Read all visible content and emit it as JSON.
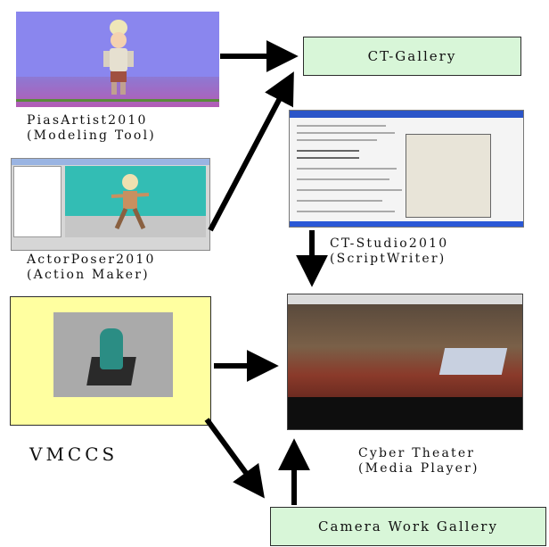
{
  "nodes": {
    "ct_gallery": "CT-Gallery",
    "camera_work_gallery": "Camera Work Gallery"
  },
  "captions": {
    "pias_line1": "PiasArtist2010",
    "pias_line2": "(Modeling Tool)",
    "poser_line1": "ActorPoser2010",
    "poser_line2": "(Action Maker)",
    "studio_line1": "CT-Studio2010",
    "studio_line2": "(ScriptWriter)",
    "theater_line1": "Cyber Theater",
    "theater_line2": "(Media Player)",
    "vmccs": "VMCCS"
  },
  "colors": {
    "gallery_fill": "#d8f6d8",
    "vmccs_fill": "#ffffa0",
    "arrow": "#000000"
  }
}
